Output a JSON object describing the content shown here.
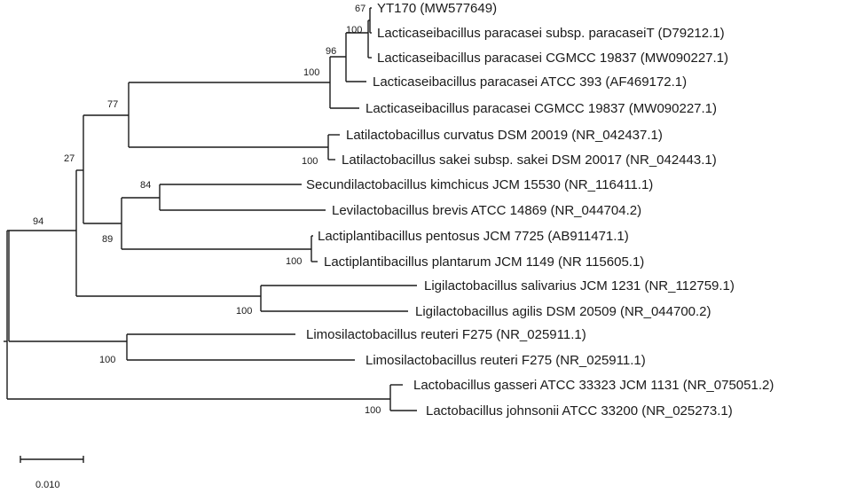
{
  "leaves": [
    "YT170 (MW577649)",
    "Lacticaseibacillus paracasei subsp. paracaseiT (D79212.1)",
    "Lacticaseibacillus paracasei CGMCC 19837 (MW090227.1)",
    "Lacticaseibacillus paracasei ATCC 393 (AF469172.1)",
    "Lacticaseibacillus paracasei CGMCC 19837 (MW090227.1)",
    "Latilactobacillus curvatus DSM 20019 (NR_042437.1)",
    "Latilactobacillus sakei subsp. sakei DSM 20017 (NR_042443.1)",
    "Secundilactobacillus kimchicus JCM 15530 (NR_116411.1)",
    "Levilactobacillus brevis ATCC 14869 (NR_044704.2)",
    "Lactiplantibacillus pentosus JCM 7725 (AB911471.1)",
    "Lactiplantibacillus plantarum JCM 1149 (NR 115605.1)",
    "Ligilactobacillus salivarius JCM 1231 (NR_112759.1)",
    "Ligilactobacillus agilis DSM 20509 (NR_044700.2)",
    "Limosilactobacillus reuteri F275 (NR_025911.1)",
    "Limosilactobacillus reuteri F275 (NR_025911.1)",
    "Lactobacillus gasseri ATCC 33323 JCM 1131 (NR_075051.2)",
    "Lactobacillus johnsonii ATCC 33200 (NR_025273.1)"
  ],
  "support": {
    "n_yt170_d79212": "67",
    "n_mw090227_inner": "100",
    "n_af469172": "96",
    "n_paracasei_clade": "100",
    "n_77": "77",
    "n_latilacto": "100",
    "n_27": "27",
    "n_94": "94",
    "n_84": "84",
    "n_89": "89",
    "n_lactiplanti": "100",
    "n_ligilacto": "100",
    "n_limosilacto": "100",
    "n_lactobacillus": "100"
  },
  "scale_bar": {
    "label": "0.010"
  }
}
